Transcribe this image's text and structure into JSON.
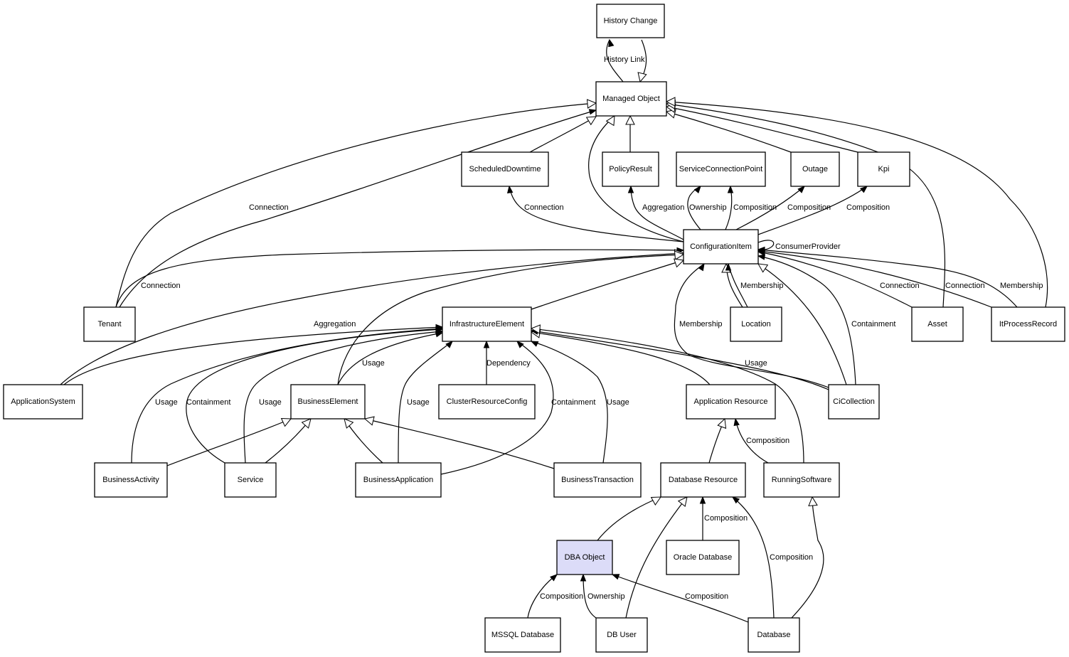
{
  "diagram": {
    "title": "",
    "highlight_color": "#dcdcf8",
    "nodes": [
      {
        "id": "history_change",
        "label": "History Change"
      },
      {
        "id": "managed_object",
        "label": "Managed Object"
      },
      {
        "id": "scheduled_downtime",
        "label": "ScheduledDowntime"
      },
      {
        "id": "policy_result",
        "label": "PolicyResult"
      },
      {
        "id": "service_connection_point",
        "label": "ServiceConnectionPoint"
      },
      {
        "id": "outage",
        "label": "Outage"
      },
      {
        "id": "kpi",
        "label": "Kpi"
      },
      {
        "id": "configuration_item",
        "label": "ConfigurationItem"
      },
      {
        "id": "tenant",
        "label": "Tenant"
      },
      {
        "id": "infrastructure_element",
        "label": "InfrastructureElement"
      },
      {
        "id": "location",
        "label": "Location"
      },
      {
        "id": "asset",
        "label": "Asset"
      },
      {
        "id": "it_process_record",
        "label": "ItProcessRecord"
      },
      {
        "id": "application_system",
        "label": "ApplicationSystem"
      },
      {
        "id": "business_element",
        "label": "BusinessElement"
      },
      {
        "id": "cluster_resource_config",
        "label": "ClusterResourceConfig"
      },
      {
        "id": "application_resource",
        "label": "Application Resource"
      },
      {
        "id": "ci_collection",
        "label": "CiCollection"
      },
      {
        "id": "business_activity",
        "label": "BusinessActivity"
      },
      {
        "id": "service",
        "label": "Service"
      },
      {
        "id": "business_application",
        "label": "BusinessApplication"
      },
      {
        "id": "business_transaction",
        "label": "BusinessTransaction"
      },
      {
        "id": "database_resource",
        "label": "Database Resource"
      },
      {
        "id": "running_software",
        "label": "RunningSoftware"
      },
      {
        "id": "dba_object",
        "label": "DBA Object",
        "highlighted": true
      },
      {
        "id": "oracle_database",
        "label": "Oracle Database"
      },
      {
        "id": "mssql_database",
        "label": "MSSQL Database"
      },
      {
        "id": "db_user",
        "label": "DB User"
      },
      {
        "id": "database",
        "label": "Database"
      }
    ],
    "edges": [
      {
        "from": "managed_object",
        "to": "history_change",
        "label": "History Link",
        "kind": "association"
      },
      {
        "from": "history_change",
        "to": "managed_object",
        "label": "",
        "kind": "inheritance"
      },
      {
        "from": "tenant",
        "to": "managed_object",
        "label": "",
        "kind": "inheritance"
      },
      {
        "from": "tenant",
        "to": "managed_object",
        "label": "Connection",
        "kind": "association"
      },
      {
        "from": "scheduled_downtime",
        "to": "managed_object",
        "label": "",
        "kind": "inheritance"
      },
      {
        "from": "configuration_item",
        "to": "managed_object",
        "label": "",
        "kind": "inheritance"
      },
      {
        "from": "policy_result",
        "to": "managed_object",
        "label": "",
        "kind": "inheritance"
      },
      {
        "from": "outage",
        "to": "managed_object",
        "label": "",
        "kind": "inheritance"
      },
      {
        "from": "kpi",
        "to": "managed_object",
        "label": "",
        "kind": "inheritance"
      },
      {
        "from": "asset",
        "to": "managed_object",
        "label": "",
        "kind": "inheritance"
      },
      {
        "from": "it_process_record",
        "to": "managed_object",
        "label": "",
        "kind": "inheritance"
      },
      {
        "from": "configuration_item",
        "to": "scheduled_downtime",
        "label": "Connection",
        "kind": "association"
      },
      {
        "from": "configuration_item",
        "to": "policy_result",
        "label": "Aggregation",
        "kind": "association"
      },
      {
        "from": "configuration_item",
        "to": "service_connection_point",
        "label": "Ownership",
        "kind": "association"
      },
      {
        "from": "configuration_item",
        "to": "service_connection_point",
        "label": "Composition",
        "kind": "association"
      },
      {
        "from": "configuration_item",
        "to": "outage",
        "label": "Composition",
        "kind": "association"
      },
      {
        "from": "configuration_item",
        "to": "kpi",
        "label": "Composition",
        "kind": "association"
      },
      {
        "from": "configuration_item",
        "to": "configuration_item",
        "label": "ConsumerProvider",
        "kind": "association"
      },
      {
        "from": "tenant",
        "to": "configuration_item",
        "label": "Connection",
        "kind": "association"
      },
      {
        "from": "application_system",
        "to": "configuration_item",
        "label": "",
        "kind": "inheritance"
      },
      {
        "from": "business_element",
        "to": "configuration_item",
        "label": "",
        "kind": "inheritance"
      },
      {
        "from": "infrastructure_element",
        "to": "configuration_item",
        "label": "",
        "kind": "inheritance"
      },
      {
        "from": "location",
        "to": "configuration_item",
        "label": "",
        "kind": "inheritance"
      },
      {
        "from": "location",
        "to": "configuration_item",
        "label": "Membership",
        "kind": "association"
      },
      {
        "from": "ci_collection",
        "to": "configuration_item",
        "label": "Membership",
        "kind": "association"
      },
      {
        "from": "ci_collection",
        "to": "configuration_item",
        "label": "",
        "kind": "inheritance"
      },
      {
        "from": "ci_collection",
        "to": "configuration_item",
        "label": "Containment",
        "kind": "association"
      },
      {
        "from": "asset",
        "to": "configuration_item",
        "label": "Connection",
        "kind": "association"
      },
      {
        "from": "it_process_record",
        "to": "configuration_item",
        "label": "Connection",
        "kind": "association"
      },
      {
        "from": "it_process_record",
        "to": "configuration_item",
        "label": "Membership",
        "kind": "association"
      },
      {
        "from": "application_system",
        "to": "infrastructure_element",
        "label": "Aggregation",
        "kind": "association"
      },
      {
        "from": "business_activity",
        "to": "infrastructure_element",
        "label": "Usage",
        "kind": "association"
      },
      {
        "from": "service",
        "to": "infrastructure_element",
        "label": "Containment",
        "kind": "association"
      },
      {
        "from": "service",
        "to": "infrastructure_element",
        "label": "Usage",
        "kind": "association"
      },
      {
        "from": "business_element",
        "to": "infrastructure_element",
        "label": "Usage",
        "kind": "association"
      },
      {
        "from": "business_application",
        "to": "infrastructure_element",
        "label": "Usage",
        "kind": "association"
      },
      {
        "from": "cluster_resource_config",
        "to": "infrastructure_element",
        "label": "Dependency",
        "kind": "association"
      },
      {
        "from": "business_application",
        "to": "infrastructure_element",
        "label": "Containment",
        "kind": "association"
      },
      {
        "from": "business_transaction",
        "to": "infrastructure_element",
        "label": "Usage",
        "kind": "association"
      },
      {
        "from": "application_resource",
        "to": "infrastructure_element",
        "label": "",
        "kind": "inheritance"
      },
      {
        "from": "ci_collection",
        "to": "infrastructure_element",
        "label": "Usage",
        "kind": "association"
      },
      {
        "from": "running_software",
        "to": "infrastructure_element",
        "label": "",
        "kind": "inheritance"
      },
      {
        "from": "business_activity",
        "to": "business_element",
        "label": "",
        "kind": "inheritance"
      },
      {
        "from": "service",
        "to": "business_element",
        "label": "",
        "kind": "inheritance"
      },
      {
        "from": "business_application",
        "to": "business_element",
        "label": "",
        "kind": "inheritance"
      },
      {
        "from": "business_transaction",
        "to": "business_element",
        "label": "",
        "kind": "inheritance"
      },
      {
        "from": "database_resource",
        "to": "application_resource",
        "label": "",
        "kind": "inheritance"
      },
      {
        "from": "running_software",
        "to": "application_resource",
        "label": "Composition",
        "kind": "association"
      },
      {
        "from": "dba_object",
        "to": "database_resource",
        "label": "",
        "kind": "inheritance"
      },
      {
        "from": "db_user",
        "to": "database_resource",
        "label": "",
        "kind": "inheritance"
      },
      {
        "from": "oracle_database",
        "to": "database_resource",
        "label": "Composition",
        "kind": "association"
      },
      {
        "from": "database",
        "to": "database_resource",
        "label": "Composition",
        "kind": "association"
      },
      {
        "from": "database",
        "to": "running_software",
        "label": "",
        "kind": "inheritance"
      },
      {
        "from": "mssql_database",
        "to": "dba_object",
        "label": "Composition",
        "kind": "association"
      },
      {
        "from": "db_user",
        "to": "dba_object",
        "label": "Ownership",
        "kind": "association"
      },
      {
        "from": "database",
        "to": "dba_object",
        "label": "Composition",
        "kind": "association"
      }
    ]
  }
}
